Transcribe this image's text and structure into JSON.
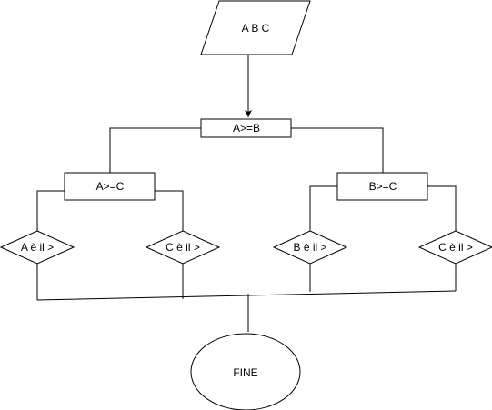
{
  "diagram": {
    "input": {
      "label": "A B C"
    },
    "decisions": [
      {
        "id": "ab",
        "label": "A>=B"
      },
      {
        "id": "ac",
        "label": "A>=C"
      },
      {
        "id": "bc",
        "label": "B>=C"
      }
    ],
    "results": [
      {
        "id": "r1",
        "label": "A è il >"
      },
      {
        "id": "r2",
        "label": "C è il >"
      },
      {
        "id": "r3",
        "label": "B è il >"
      },
      {
        "id": "r4",
        "label": "C è il >"
      }
    ],
    "end": {
      "label": "FINE"
    }
  },
  "colors": {
    "stroke": "#000000",
    "fill": "#ffffff"
  }
}
